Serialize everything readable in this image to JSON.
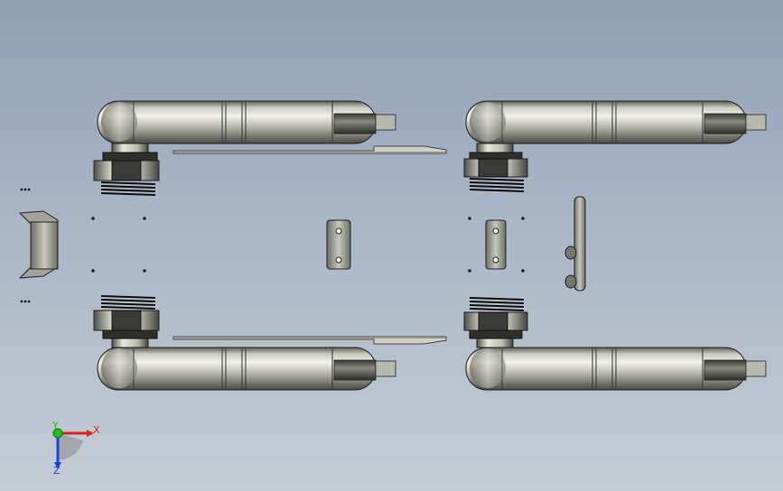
{
  "viewport": {
    "background_top": "#8f9fb5",
    "background_bottom": "#c4ccd6"
  },
  "model": {
    "wheel_modules": 4,
    "parts": [
      "roller-tube",
      "hub-coupling",
      "threaded-spring",
      "side-rail",
      "mount-plate",
      "end-bracket",
      "pivot-bar"
    ]
  },
  "triad": {
    "x_label": "X",
    "y_label": "Y",
    "z_label": "Z",
    "x_color": "#e02020",
    "y_color": "#20c020",
    "z_color": "#2040e0"
  }
}
